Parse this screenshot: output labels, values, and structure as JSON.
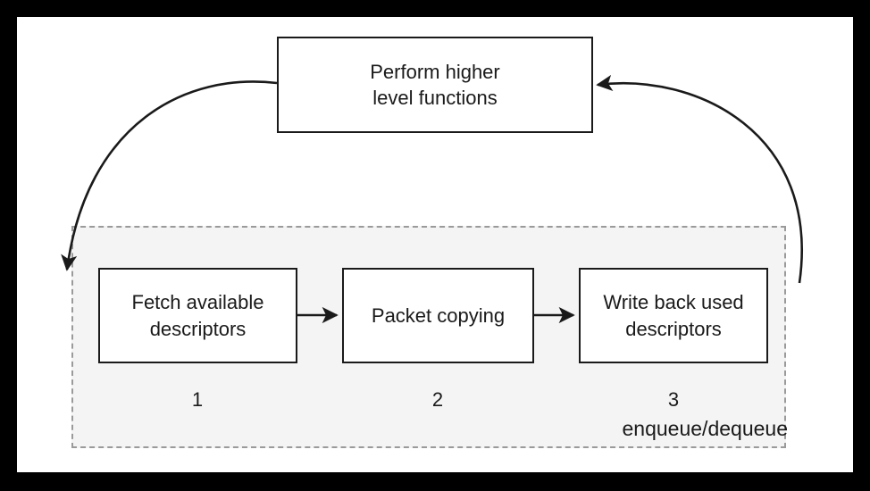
{
  "diagram": {
    "title_node": {
      "id": "perform-higher-level-functions",
      "label": "Perform higher\nlevel functions"
    },
    "group": {
      "label": "enqueue/dequeue",
      "fill_color": "#f4f4f4",
      "border_color": "#9a9a9a",
      "border_style": "dashed"
    },
    "steps": [
      {
        "number": "1",
        "label": "Fetch available\ndescriptors"
      },
      {
        "number": "2",
        "label": "Packet copying"
      },
      {
        "number": "3",
        "label": "Write back used\ndescriptors"
      }
    ],
    "connectors": [
      {
        "name": "top-to-group",
        "from": "perform-higher-level-functions",
        "to": "step-1",
        "style": "curved-arrow"
      },
      {
        "name": "step1-to-step2",
        "from": "step-1",
        "to": "step-2",
        "style": "straight-arrow"
      },
      {
        "name": "step2-to-step3",
        "from": "step-2",
        "to": "step-3",
        "style": "straight-arrow"
      },
      {
        "name": "group-to-top",
        "from": "step-3",
        "to": "perform-higher-level-functions",
        "style": "curved-arrow"
      }
    ],
    "colors": {
      "frame": "#000000",
      "canvas": "#ffffff",
      "stroke": "#1a1a1a",
      "text": "#1a1a1a"
    }
  }
}
